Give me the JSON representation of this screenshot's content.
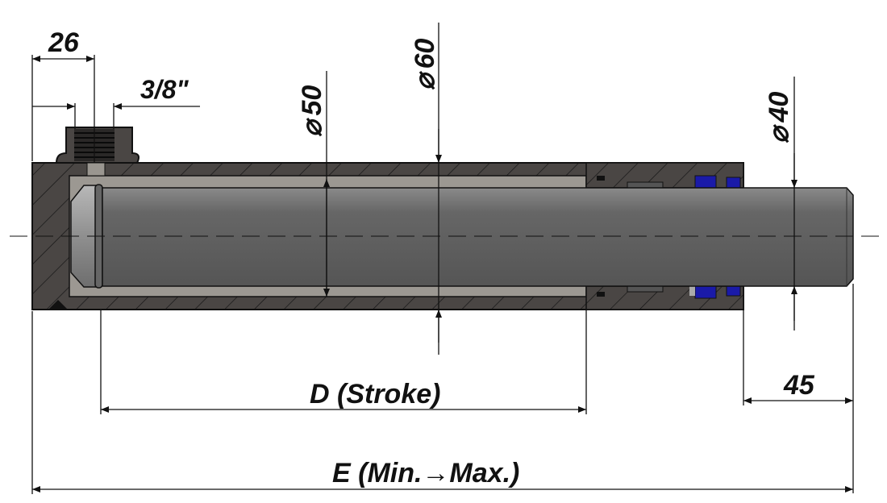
{
  "drawing": {
    "title": "Single acting hydraulic cylinder section",
    "dimensions": {
      "port_offset": "26",
      "port_thread": "3/8\"",
      "bore_diameter": "50",
      "outer_diameter": "60",
      "rod_diameter": "40",
      "rod_extension": "45",
      "stroke": "D (Stroke)",
      "total_length": "E (Min.→Max.)"
    },
    "diameter_symbol": "⌀",
    "colors": {
      "body": "#4a4644",
      "rod": "#5d5d5d",
      "bore": "#9c9892",
      "seal": "#1a1aa8",
      "line": "#111111"
    }
  }
}
